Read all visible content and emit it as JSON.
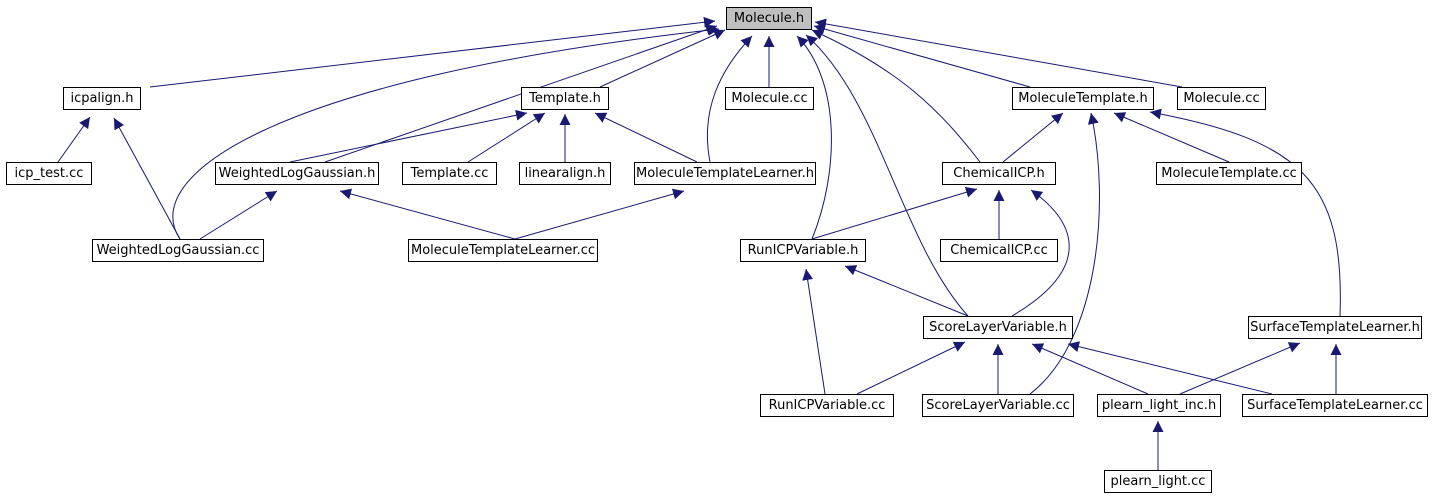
{
  "colors": {
    "edge": "#191970",
    "root_fill": "#bfbfbf",
    "node_fill": "#ffffff",
    "border": "#000000"
  },
  "nodes": {
    "molecule_h": "Molecule.h",
    "icpalign_h": "icpalign.h",
    "template_h": "Template.h",
    "molecule_cc_a": "Molecule.cc",
    "moleculetemplate_h": "MoleculeTemplate.h",
    "molecule_cc_b": "Molecule.cc",
    "icp_test_cc": "icp_test.cc",
    "weightedloggaussian_h": "WeightedLogGaussian.h",
    "template_cc": "Template.cc",
    "linearalign_h": "linearalign.h",
    "moleculetemplatelearner_h": "MoleculeTemplateLearner.h",
    "chemicalicp_h": "ChemicalICP.h",
    "moleculetemplate_cc": "MoleculeTemplate.cc",
    "weightedloggaussian_cc": "WeightedLogGaussian.cc",
    "moleculetemplatelearner_cc": "MoleculeTemplateLearner.cc",
    "runicpvariable_h": "RunICPVariable.h",
    "chemicalicp_cc": "ChemicalICP.cc",
    "scorelayervariable_h": "ScoreLayerVariable.h",
    "surfacetemplatelearner_h": "SurfaceTemplateLearner.h",
    "runicpvariable_cc": "RunICPVariable.cc",
    "scorelayervariable_cc": "ScoreLayerVariable.cc",
    "plearn_light_inc_h": "plearn_light_inc.h",
    "surfacetemplatelearner_cc": "SurfaceTemplateLearner.cc",
    "plearn_light_cc": "plearn_light.cc"
  }
}
